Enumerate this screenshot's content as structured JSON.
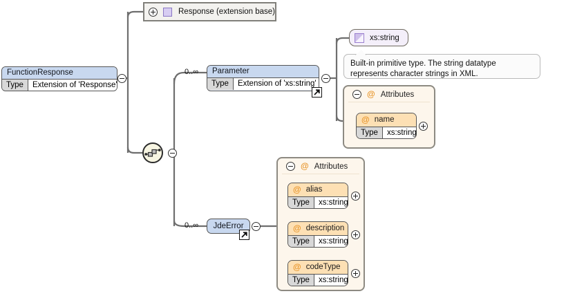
{
  "diagram": {
    "kind": "xml-schema-element-diagram",
    "root": {
      "name": "FunctionResponse",
      "type_key": "Type",
      "type_value": "Extension of 'Response'",
      "toggle": "collapse-icon"
    },
    "extension_base": {
      "label": "Response (extension base)",
      "toggle": "expand-icon",
      "icon": "complex-type-icon"
    },
    "compositor": {
      "kind": "sequence",
      "icon": "sequence-icon",
      "toggle": "collapse-icon"
    },
    "children": [
      {
        "name": "Parameter",
        "occurrence": "0..∞",
        "type_key": "Type",
        "type_value": "Extension of 'xs:string'",
        "toggle": "collapse-icon",
        "badge": "external-ref-arrow-icon"
      },
      {
        "name": "JdeError",
        "occurrence": "0..∞",
        "toggle": "collapse-icon",
        "badge": "external-ref-arrow-icon"
      }
    ],
    "parameter_detail": {
      "simple_type": {
        "label": "xs:string",
        "icon": "simple-type-icon"
      },
      "annotation": "Built-in primitive type. The string datatype represents character strings in XML.",
      "attributes_group": {
        "label": "Attributes",
        "toggle": "collapse-icon",
        "at_symbol": "@",
        "items": [
          {
            "name": "name",
            "at_symbol": "@",
            "type_key": "Type",
            "type_value": "xs:string",
            "toggle": "expand-icon"
          }
        ]
      }
    },
    "jdeerror_detail": {
      "attributes_group": {
        "label": "Attributes",
        "toggle": "collapse-icon",
        "at_symbol": "@",
        "items": [
          {
            "name": "alias",
            "at_symbol": "@",
            "type_key": "Type",
            "type_value": "xs:string",
            "toggle": "expand-icon"
          },
          {
            "name": "description",
            "at_symbol": "@",
            "type_key": "Type",
            "type_value": "xs:string",
            "toggle": "expand-icon"
          },
          {
            "name": "codeType",
            "at_symbol": "@",
            "type_key": "Type",
            "type_value": "xs:string",
            "toggle": "expand-icon"
          }
        ]
      }
    },
    "colors": {
      "element_header": "#c8d8ef",
      "element_body": "#eef2fb",
      "attribute_header": "#fde0b4",
      "attribute_body": "#fff8ee",
      "group_panel": "#fdf6ec",
      "extension_base": "#f3f2ef",
      "simple_type": "#f4effa",
      "at_symbol": "#e8962c",
      "connector": "#6e6e6e"
    }
  }
}
